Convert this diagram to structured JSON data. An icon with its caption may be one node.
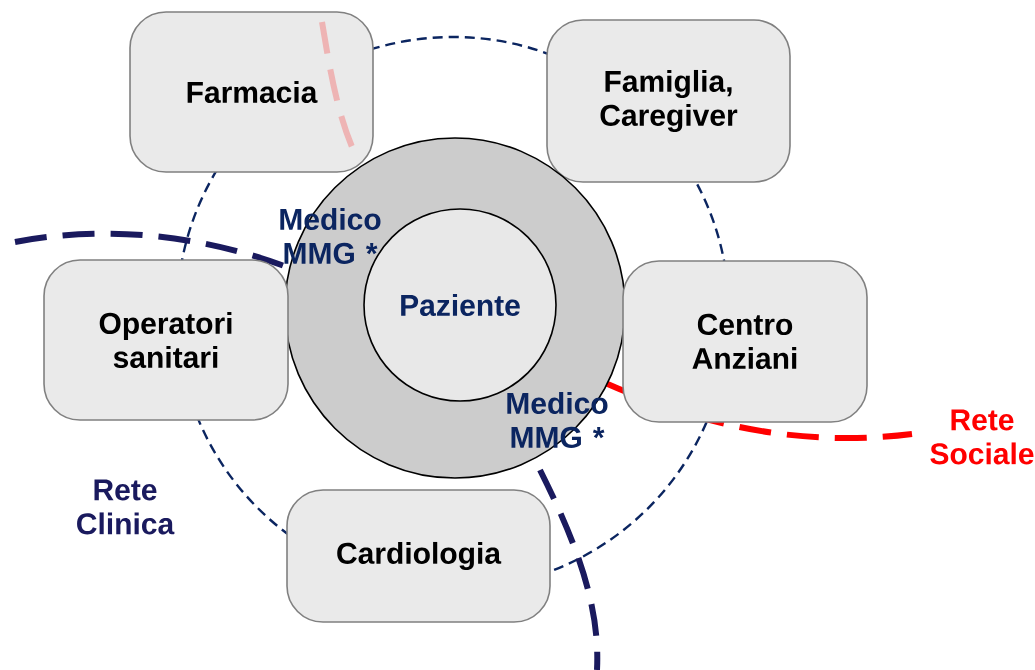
{
  "diagram": {
    "nodes": [
      {
        "text": [
          "Farmacia"
        ]
      },
      {
        "text": [
          "Famiglia, Caregiver"
        ]
      },
      {
        "text": [
          "Medico MMG *",
          "Medico MMG *"
        ]
      },
      {
        "text": [
          "Paziente"
        ],
        "in": 2
      },
      {
        "text": [
          "Operatori sanitari"
        ]
      },
      {
        "text": [
          "Centro Anziani"
        ]
      },
      {
        "text": [
          "Cardiologia"
        ]
      }
    ],
    "labels": [
      "Rete Clinica",
      "Rete Sociale"
    ]
  }
}
